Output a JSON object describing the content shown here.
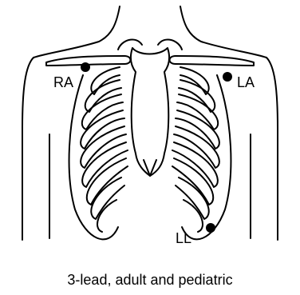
{
  "diagram": {
    "electrodes": [
      {
        "id": "ra",
        "label": "RA"
      },
      {
        "id": "la",
        "label": "LA"
      },
      {
        "id": "ll",
        "label": "LL"
      }
    ],
    "caption": "3-lead, adult and pediatric",
    "colors": {
      "stroke": "#000000",
      "background": "#ffffff",
      "electrode": "#000000"
    }
  }
}
